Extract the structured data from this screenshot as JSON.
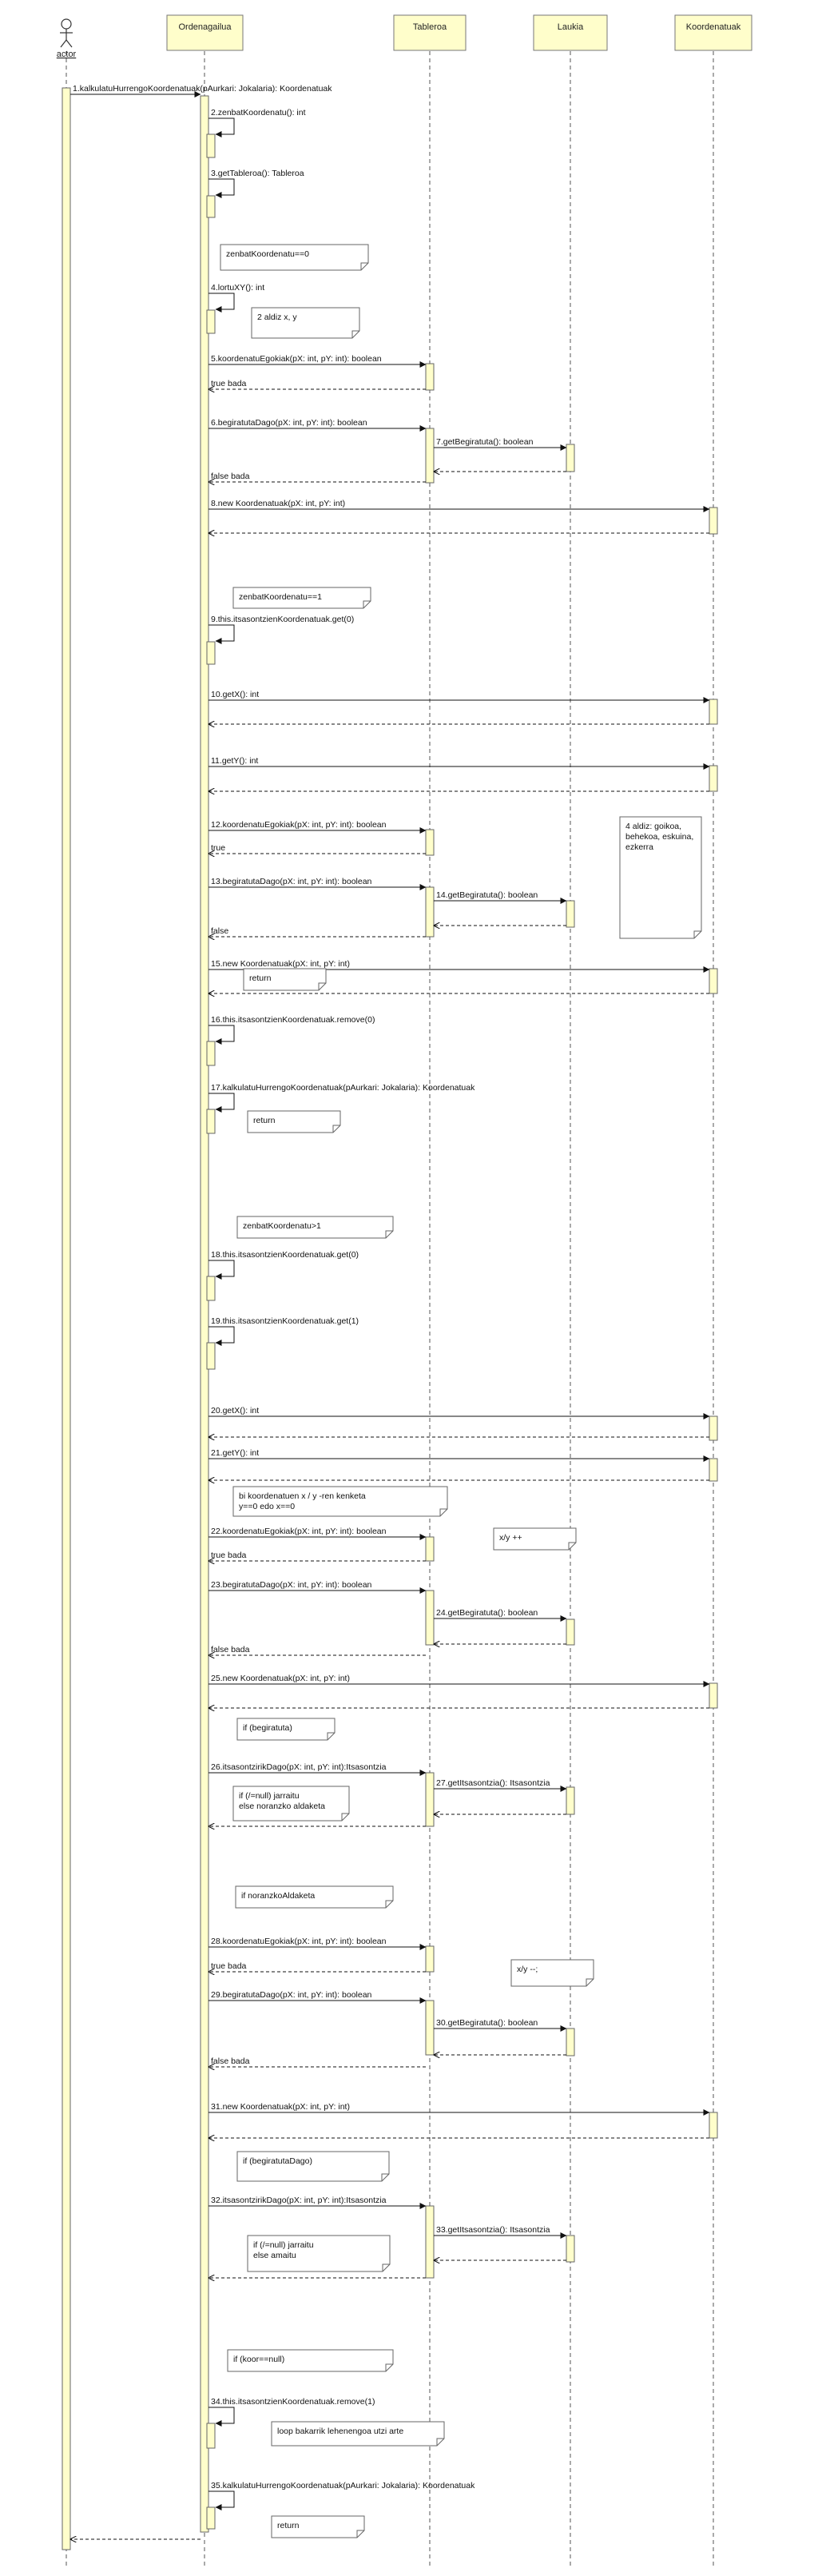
{
  "participants": [
    {
      "id": "actor",
      "label": "actor",
      "kind": "actor"
    },
    {
      "id": "ord",
      "label": "Ordenagailua"
    },
    {
      "id": "tab",
      "label": "Tableroa"
    },
    {
      "id": "lau",
      "label": "Laukia"
    },
    {
      "id": "koo",
      "label": "Koordenatuak"
    }
  ],
  "messages": [
    {
      "n": 1,
      "text": "1.kalkulatuHurrengoKoordenatuak(pAurkari: Jokalaria): Koordenatuak"
    },
    {
      "n": 2,
      "text": "2.zenbatKoordenatu(): int"
    },
    {
      "n": 3,
      "text": "3.getTableroa(): Tableroa"
    },
    {
      "n": 4,
      "text": "4.lortuXY(): int"
    },
    {
      "n": 5,
      "text": "5.koordenatuEgokiak(pX: int, pY: int): boolean",
      "reply": "true bada"
    },
    {
      "n": 6,
      "text": "6.begiratutaDago(pX: int, pY: int): boolean",
      "reply": "false bada"
    },
    {
      "n": 7,
      "text": "7.getBegiratuta(): boolean"
    },
    {
      "n": 8,
      "text": "8.new Koordenatuak(pX: int, pY: int)"
    },
    {
      "n": 9,
      "text": "9.this.itsasontzienKoordenatuak.get(0)"
    },
    {
      "n": 10,
      "text": "10.getX(): int"
    },
    {
      "n": 11,
      "text": "11.getY(): int"
    },
    {
      "n": 12,
      "text": "12.koordenatuEgokiak(pX: int, pY: int): boolean",
      "reply": "true"
    },
    {
      "n": 13,
      "text": "13.begiratutaDago(pX: int, pY: int): boolean",
      "reply": "false"
    },
    {
      "n": 14,
      "text": "14.getBegiratuta(): boolean"
    },
    {
      "n": 15,
      "text": "15.new Koordenatuak(pX: int, pY: int)"
    },
    {
      "n": 16,
      "text": "16.this.itsasontzienKoordenatuak.remove(0)"
    },
    {
      "n": 17,
      "text": "17.kalkulatuHurrengoKoordenatuak(pAurkari: Jokalaria): Koordenatuak"
    },
    {
      "n": 18,
      "text": "18.this.itsasontzienKoordenatuak.get(0)"
    },
    {
      "n": 19,
      "text": "19.this.itsasontzienKoordenatuak.get(1)"
    },
    {
      "n": 20,
      "text": "20.getX(): int"
    },
    {
      "n": 21,
      "text": "21.getY(): int"
    },
    {
      "n": 22,
      "text": "22.koordenatuEgokiak(pX: int, pY: int): boolean",
      "reply": "true bada"
    },
    {
      "n": 23,
      "text": "23.begiratutaDago(pX: int, pY: int): boolean",
      "reply": "false bada"
    },
    {
      "n": 24,
      "text": "24.getBegiratuta(): boolean"
    },
    {
      "n": 25,
      "text": "25.new Koordenatuak(pX: int, pY: int)"
    },
    {
      "n": 26,
      "text": "26.itsasontzirikDago(pX: int, pY: int):Itsasontzia"
    },
    {
      "n": 27,
      "text": "27.getItsasontzia(): Itsasontzia"
    },
    {
      "n": 28,
      "text": "28.koordenatuEgokiak(pX: int, pY: int): boolean",
      "reply": "true bada"
    },
    {
      "n": 29,
      "text": "29.begiratutaDago(pX: int, pY: int): boolean",
      "reply": "false bada"
    },
    {
      "n": 30,
      "text": "30.getBegiratuta(): boolean"
    },
    {
      "n": 31,
      "text": "31.new Koordenatuak(pX: int, pY: int)"
    },
    {
      "n": 32,
      "text": "32.itsasontzirikDago(pX: int, pY: int):Itsasontzia"
    },
    {
      "n": 33,
      "text": "33.getItsasontzia(): Itsasontzia"
    },
    {
      "n": 34,
      "text": "34.this.itsasontzienKoordenatuak.remove(1)"
    },
    {
      "n": 35,
      "text": "35.kalkulatuHurrengoKoordenatuak(pAurkari: Jokalaria): Koordenatuak"
    }
  ],
  "notes": [
    {
      "id": "n1",
      "lines": [
        "zenbatKoordenatu==0"
      ]
    },
    {
      "id": "n2",
      "lines": [
        "2 aldiz x, y"
      ]
    },
    {
      "id": "n3",
      "lines": [
        "zenbatKoordenatu==1"
      ]
    },
    {
      "id": "n4",
      "lines": [
        "4 aldiz: goikoa,",
        "behekoa, eskuina,",
        "ezkerra"
      ]
    },
    {
      "id": "n5",
      "lines": [
        "return"
      ]
    },
    {
      "id": "n6",
      "lines": [
        "return"
      ]
    },
    {
      "id": "n7",
      "lines": [
        "zenbatKoordenatu>1"
      ]
    },
    {
      "id": "n8",
      "lines": [
        "bi koordenatuen x / y -ren kenketa",
        "y==0 edo x==0"
      ]
    },
    {
      "id": "n9",
      "lines": [
        "x/y ++"
      ]
    },
    {
      "id": "n10",
      "lines": [
        "if (begiratuta)"
      ]
    },
    {
      "id": "n11",
      "lines": [
        "if (/=null) jarraitu",
        "else noranzko aldaketa"
      ]
    },
    {
      "id": "n12",
      "lines": [
        "if noranzkoAldaketa"
      ]
    },
    {
      "id": "n13",
      "lines": [
        "x/y --;"
      ]
    },
    {
      "id": "n14",
      "lines": [
        "if (begiratutaDago)"
      ]
    },
    {
      "id": "n15",
      "lines": [
        "if (/=null) jarraitu",
        "else amaitu"
      ]
    },
    {
      "id": "n16",
      "lines": [
        "if (koor==null)"
      ]
    },
    {
      "id": "n17",
      "lines": [
        "loop bakarrik lehenengoa utzi arte"
      ]
    },
    {
      "id": "n18",
      "lines": [
        "return"
      ]
    }
  ]
}
